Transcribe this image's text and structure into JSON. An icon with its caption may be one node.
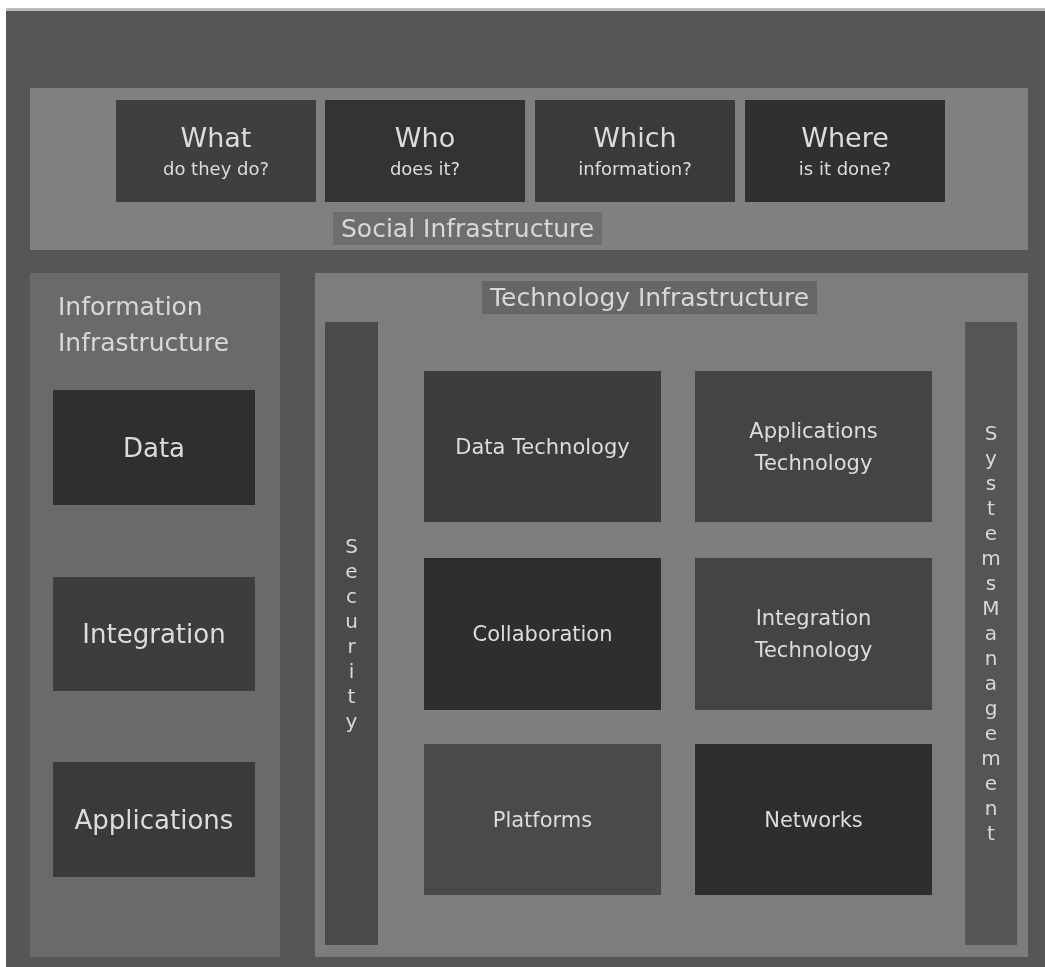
{
  "diagram": {
    "nodes": [
      {
        "text": [
          "Social Infrastructure"
        ]
      },
      {
        "text": [
          "What",
          "do they do?"
        ],
        "in": 0
      },
      {
        "text": [
          "Who",
          "does it?"
        ],
        "in": 0
      },
      {
        "text": [
          "Which",
          "information?"
        ],
        "in": 0
      },
      {
        "text": [
          "Where",
          "is it done?"
        ],
        "in": 0
      },
      {
        "text": [
          "Information Infrastructure"
        ]
      },
      {
        "text": [
          "Data"
        ],
        "in": 5
      },
      {
        "text": [
          "Integration"
        ],
        "in": 5
      },
      {
        "text": [
          "Applications"
        ],
        "in": 5
      },
      {
        "text": [
          "Technology Infrastructure"
        ]
      },
      {
        "text": [
          "Security"
        ],
        "in": 9
      },
      {
        "text": [
          "Data Technology"
        ],
        "in": 9
      },
      {
        "text": [
          "Applications Technology"
        ],
        "in": 9
      },
      {
        "text": [
          "Collaboration"
        ],
        "in": 9
      },
      {
        "text": [
          "Integration Technology"
        ],
        "in": 9
      },
      {
        "text": [
          "Platforms"
        ],
        "in": 9
      },
      {
        "text": [
          "Networks"
        ],
        "in": 9
      },
      {
        "text": [
          "SystemsManagement"
        ],
        "in": 9
      }
    ],
    "edges": []
  }
}
